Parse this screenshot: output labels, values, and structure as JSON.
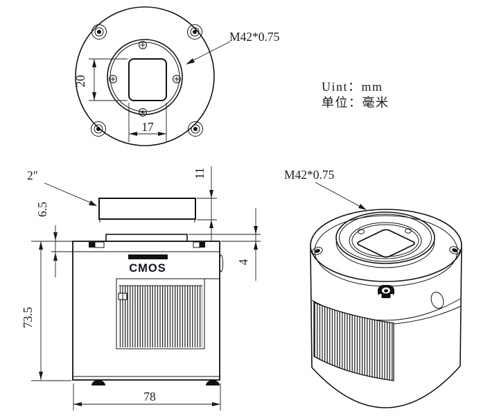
{
  "page": {
    "background": "#ffffff",
    "line_color": "#111111"
  },
  "unit_note": {
    "line1": "Uint：mm",
    "line2": "单位：毫米"
  },
  "front_view": {
    "thread_label": "M42*0.75",
    "dim_window_height": "20",
    "dim_window_width": "17"
  },
  "side_view": {
    "nosepiece_label": "2″",
    "sensor_label": "CMOS",
    "dim_face_to_sensor": "6.5",
    "dim_body_height": "73.5",
    "dim_body_width": "78",
    "dim_nosepiece_height": "11",
    "dim_tilt_plate_height": "4"
  },
  "iso_view": {
    "thread_label": "M42*0.75"
  }
}
